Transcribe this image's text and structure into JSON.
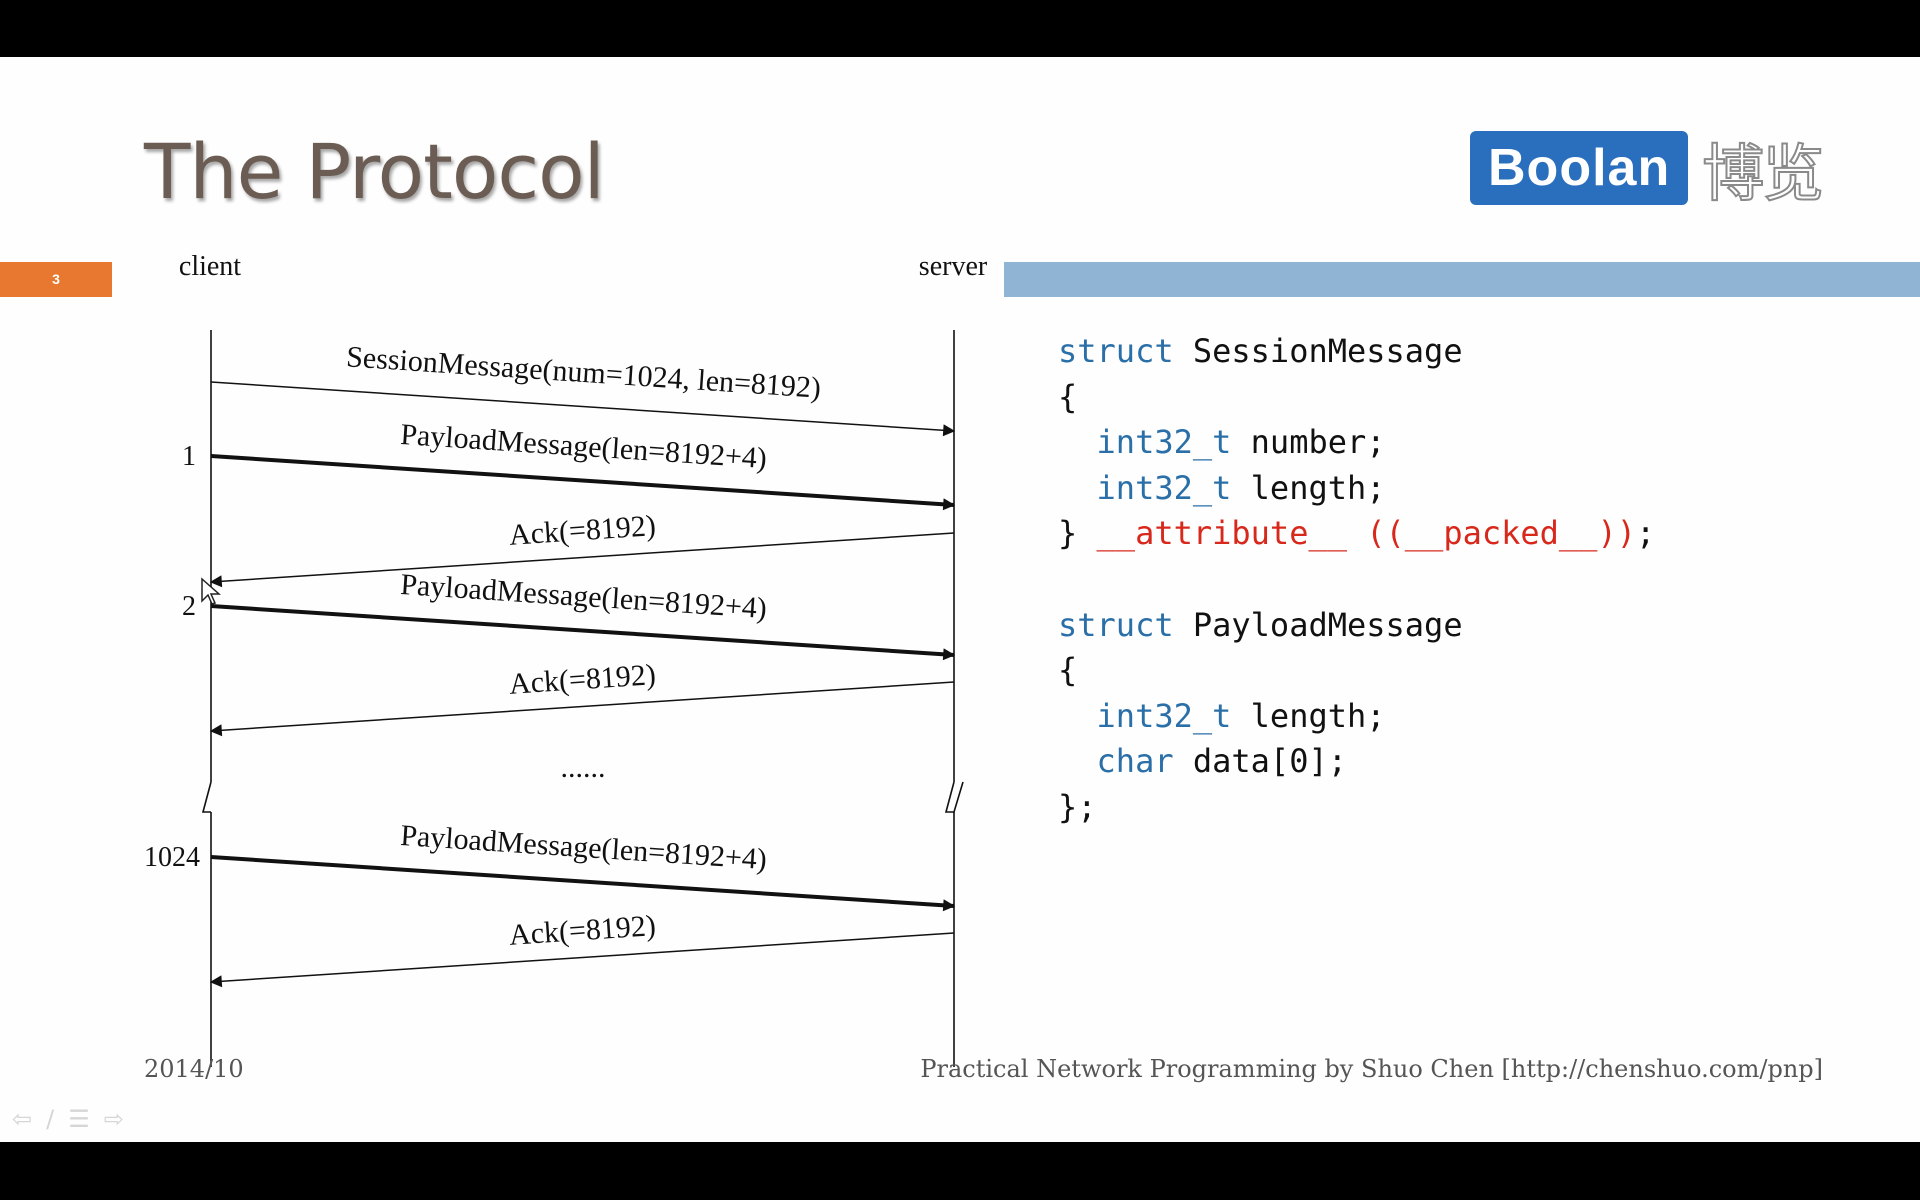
{
  "slide": {
    "title": "The Protocol",
    "page_number": "3",
    "logo_text": "Boolan",
    "logo_cn": "博览",
    "footer_date": "2014/10",
    "footer_credit": "Practical Network Programming by Shuo Chen [http://chenshuo.com/pnp]"
  },
  "diagram": {
    "client_label": "client",
    "server_label": "server",
    "ellipsis": "......",
    "markers": [
      "1",
      "2",
      "1024"
    ],
    "messages": [
      {
        "label": "SessionMessage(num=1024, len=8192)",
        "direction": "to-server",
        "bold": false
      },
      {
        "label": "PayloadMessage(len=8192+4)",
        "direction": "to-server",
        "bold": true
      },
      {
        "label": "Ack(=8192)",
        "direction": "to-client",
        "bold": false
      },
      {
        "label": "PayloadMessage(len=8192+4)",
        "direction": "to-server",
        "bold": true
      },
      {
        "label": "Ack(=8192)",
        "direction": "to-client",
        "bold": false
      },
      {
        "label": "PayloadMessage(len=8192+4)",
        "direction": "to-server",
        "bold": true
      },
      {
        "label": "Ack(=8192)",
        "direction": "to-client",
        "bold": false
      }
    ]
  },
  "code": {
    "s1_kw": "struct",
    "s1_name": " SessionMessage",
    "open1": "{",
    "l1_type": "int32_t",
    "l1_rest": " number;",
    "l2_type": "int32_t",
    "l2_rest": " length;",
    "close1_pre": "} ",
    "close1_attr": "__attribute__ ((__packed__))",
    "close1_post": ";",
    "s2_kw": "struct",
    "s2_name": " PayloadMessage",
    "open2": "{",
    "l3_type": "int32_t",
    "l3_rest": " length;",
    "l4_type": "char",
    "l4_rest": " data[0];",
    "close2": "};"
  },
  "colors": {
    "keyword": "#2a6fa8",
    "attribute": "#d8281c",
    "page_tab": "#e8782f",
    "header_bar": "#8fb4d4",
    "logo": "#2a6fbe"
  },
  "toolbar_icons": [
    "previous-icon",
    "pen-icon",
    "menu-icon",
    "next-icon"
  ]
}
